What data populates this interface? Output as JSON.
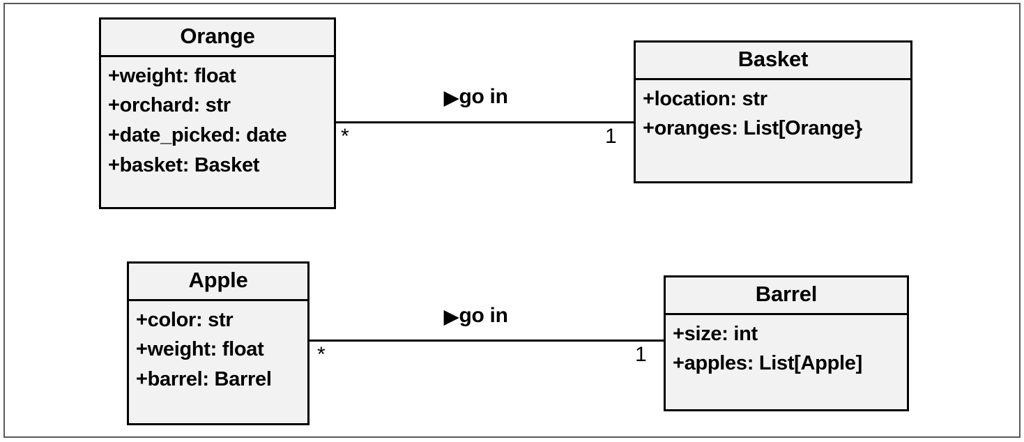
{
  "diagram": {
    "type": "uml-class-diagram",
    "classes": [
      {
        "id": "orange",
        "name": "Orange",
        "attributes": [
          "+weight: float",
          "+orchard: str",
          "+date_picked: date",
          "+basket: Basket"
        ]
      },
      {
        "id": "basket",
        "name": "Basket",
        "attributes": [
          "+location: str",
          "+oranges: List[Orange}"
        ]
      },
      {
        "id": "apple",
        "name": "Apple",
        "attributes": [
          "+color: str",
          "+weight: float",
          "+barrel: Barrel"
        ]
      },
      {
        "id": "barrel",
        "name": "Barrel",
        "attributes": [
          "+size: int",
          "+apples: List[Apple]"
        ]
      }
    ],
    "associations": [
      {
        "id": "orange-basket",
        "from": "Orange",
        "to": "Basket",
        "arrow": "▶",
        "label": "go in",
        "source_multiplicity": "*",
        "target_multiplicity": "1"
      },
      {
        "id": "apple-barrel",
        "from": "Apple",
        "to": "Barrel",
        "arrow": "▶",
        "label": "go in",
        "source_multiplicity": "*",
        "target_multiplicity": "1"
      }
    ]
  },
  "colors": {
    "class_fill": "#f2f2f2",
    "line": "#000000",
    "frame": "#58595b",
    "background": "#ffffff"
  }
}
